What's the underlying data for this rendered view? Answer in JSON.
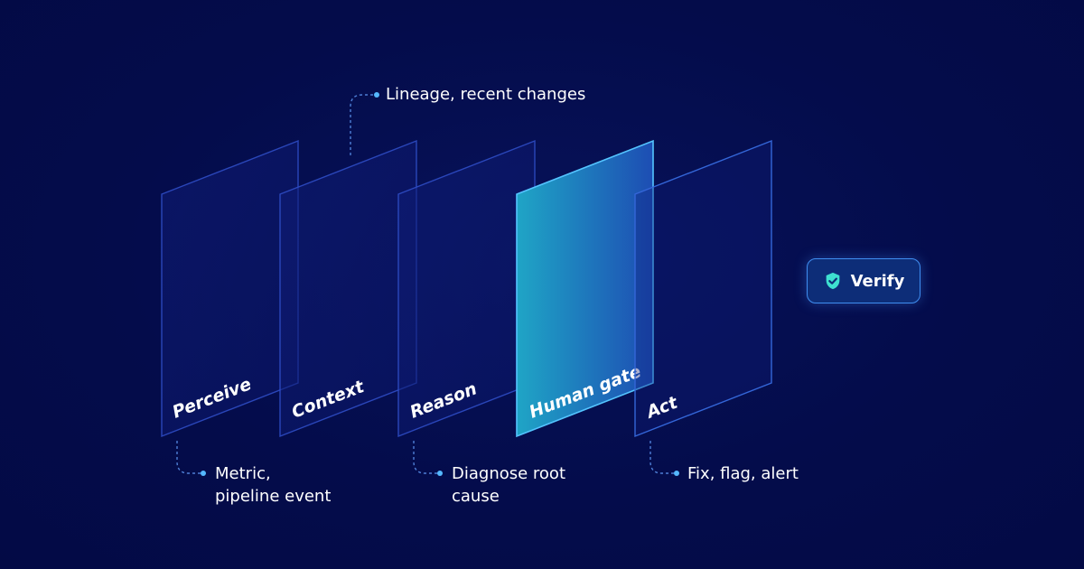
{
  "diagram": {
    "stages": [
      {
        "label": "Perceive"
      },
      {
        "label": "Context"
      },
      {
        "label": "Reason"
      },
      {
        "label": "Human gate",
        "highlighted": true
      },
      {
        "label": "Act"
      }
    ],
    "callouts": {
      "context": "Lineage, recent changes",
      "perceive_line1": "Metric,",
      "perceive_line2": "pipeline event",
      "reason_line1": "Diagnose root",
      "reason_line2": "cause",
      "act": "Fix, flag, alert"
    },
    "verify": {
      "label": "Verify",
      "icon": "shield-check-icon"
    },
    "colors": {
      "background": "#030b47",
      "panel_fill": "#0c1870",
      "panel_stroke": "#2f4cc4",
      "highlight_start": "#1f9fc4",
      "highlight_end": "#1d4fb4",
      "accent": "#55b8ff",
      "verify_icon": "#3ee0d0"
    }
  }
}
